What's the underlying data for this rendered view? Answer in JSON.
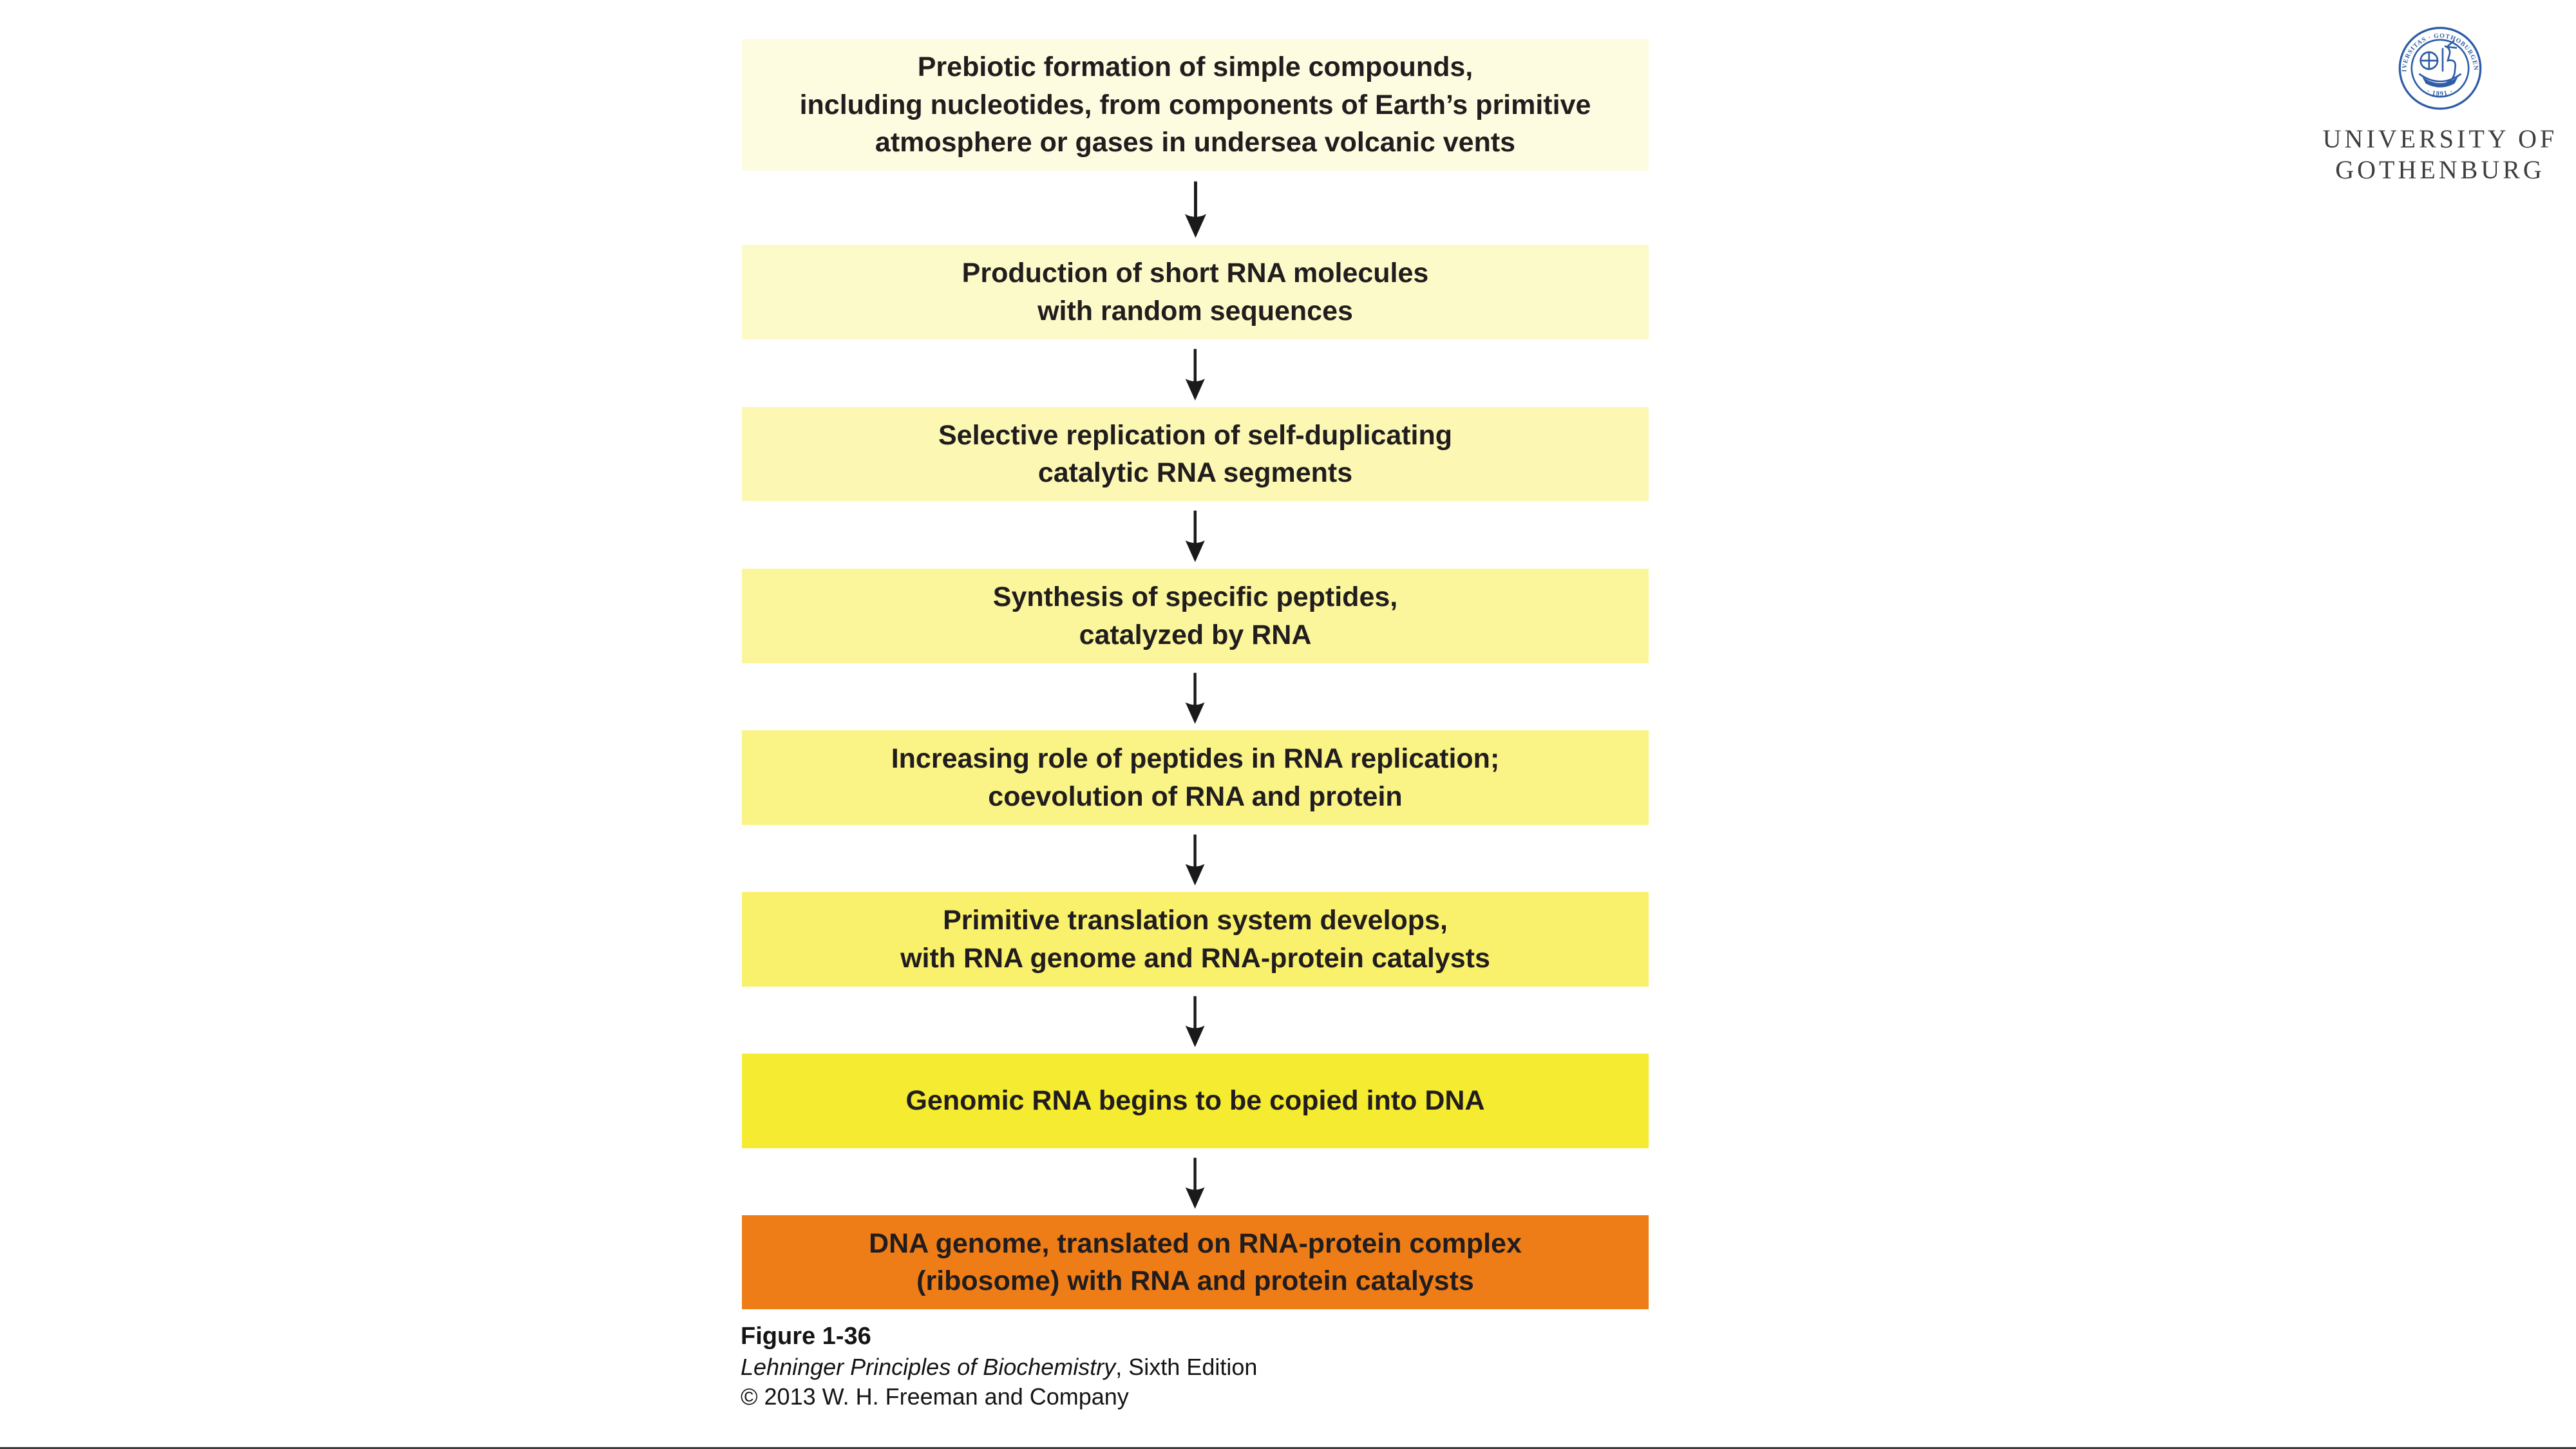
{
  "flowchart": {
    "text_color": "#211d1e",
    "arrow_color": "#1a1a1a",
    "steps": [
      {
        "text": "Prebiotic formation of simple compounds,\nincluding nucleotides, from components of Earth’s primitive\natmosphere or gases in undersea volcanic vents",
        "bg": "#FDFBE0"
      },
      {
        "text": "Production of short RNA molecules\nwith random sequences",
        "bg": "#FDFACA"
      },
      {
        "text": "Selective replication of self-duplicating\ncatalytic RNA segments",
        "bg": "#FCF8B4"
      },
      {
        "text": "Synthesis of specific peptides,\ncatalyzed by RNA",
        "bg": "#FBF69C"
      },
      {
        "text": "Increasing role of peptides in RNA replication;\ncoevolution of RNA and protein",
        "bg": "#FAF386"
      },
      {
        "text": "Primitive translation system develops,\nwith RNA genome and RNA-protein catalysts",
        "bg": "#F9F16B"
      },
      {
        "text": "Genomic RNA begins to be copied into DNA",
        "bg": "#F5EB31"
      },
      {
        "text": "DNA genome, translated on RNA-protein complex\n(ribosome) with RNA and protein catalysts",
        "bg": "#EF7D17"
      }
    ]
  },
  "logo": {
    "institution_line1": "UNIVERSITY OF",
    "institution_line2": "GOTHENBURG",
    "seal": {
      "color": "#2E5CA6",
      "ring_text_top": "UNIVERSITAS · GOTHOBURGENSIS",
      "ring_text_bottom": "· 1891 ·"
    }
  },
  "caption": {
    "figure_label": "Figure 1-36",
    "book_title": "Lehninger Principles of Biochemistry",
    "book_suffix": ", Sixth Edition",
    "copyright": "© 2013 W. H. Freeman and Company"
  }
}
